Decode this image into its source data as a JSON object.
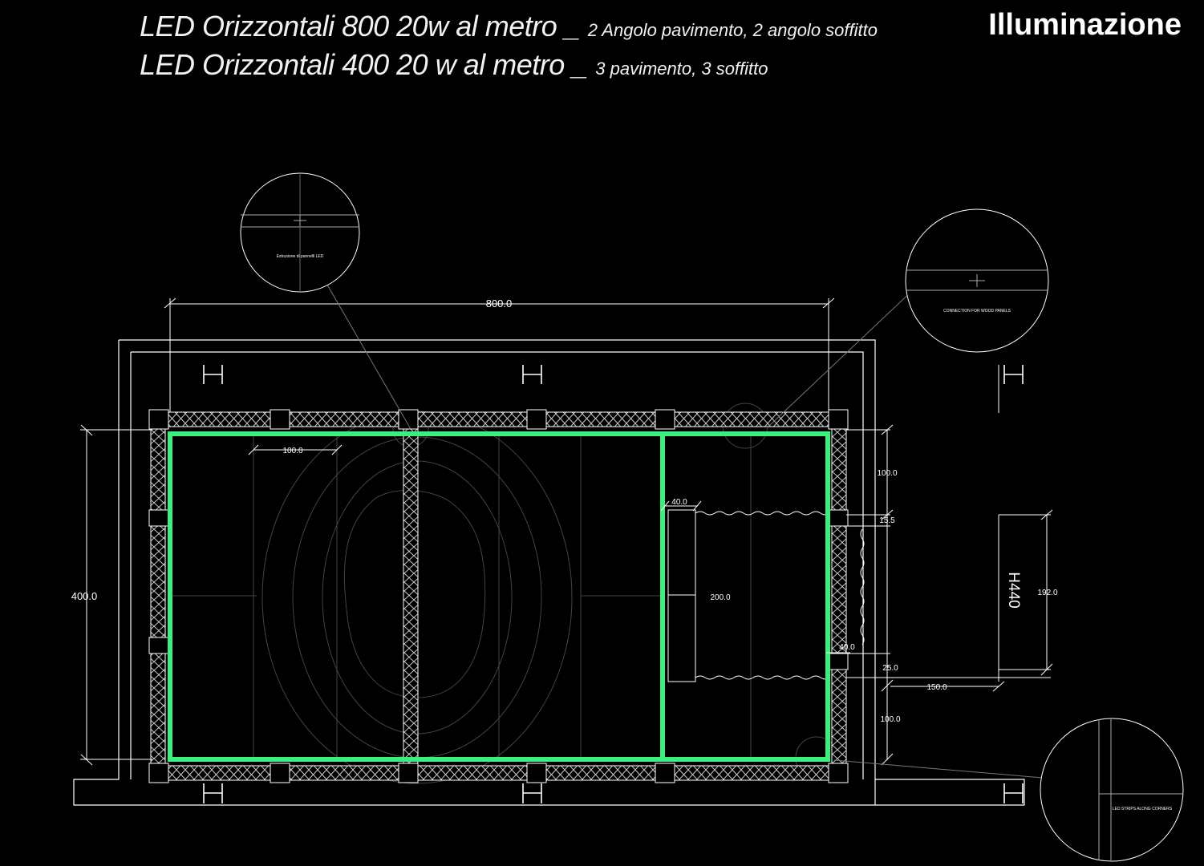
{
  "header": {
    "line1_main": "LED Orizzontali 800 20w al metro _ ",
    "line1_note": "2 Angolo pavimento, 2 angolo soffitto",
    "line2_main": "LED Orizzontali 400 20 w al metro _ ",
    "line2_note": "3 pavimento, 3 soffitto",
    "title": "Illuminazione"
  },
  "dimensions": {
    "width": "800.0",
    "height": "400.0",
    "module": "100.0",
    "right_top": "100.0",
    "right_small_top": "15.5",
    "right_small_bottom": "25.0",
    "right_bottom": "100.0",
    "door_offset_top": "40.0",
    "door_offset_bottom": "40.0",
    "door_width": "200.0",
    "opening_height": "192.0",
    "opening_depth": "150.0",
    "ceiling_height": "H440"
  },
  "callouts": {
    "top_left": "Estrusione di pannelli LED",
    "top_right": "CONNECTION FOR WOOD PANELS",
    "bottom_right": "LED STRIPS ALONG CORNERS"
  },
  "colors": {
    "led": "#39f07c",
    "line": "#ffffff",
    "background": "#000000"
  }
}
